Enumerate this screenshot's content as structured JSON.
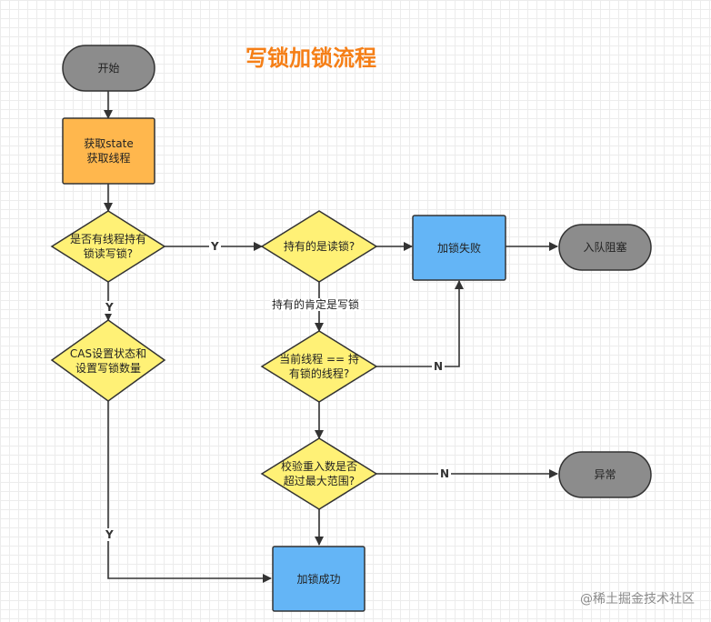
{
  "title": "写锁加锁流程",
  "nodes": {
    "start": "开始",
    "get_state": "获取state\n获取线程",
    "has_lock": "是否有线程持有\n锁读写锁?",
    "is_read": "持有的是读锁?",
    "lock_fail": "加锁失败",
    "enqueue": "入队阻塞",
    "cas": "CAS设置状态和\n设置写锁数量",
    "same_thread": "当前线程 == 持\n有锁的线程?",
    "check_reentrant": "校验重入数是否\n超过最大范围?",
    "exception": "异常",
    "lock_success": "加锁成功"
  },
  "edge_labels": {
    "has_lock_yes": "Y",
    "has_lock_no": "Y",
    "same_thread_no": "N",
    "reentrant_no": "N",
    "cas_yes": "Y"
  },
  "notes": {
    "must_be_write": "持有的肯定是写锁"
  },
  "watermark": "@稀土掘金技术社区",
  "colors": {
    "title": "#f57f17",
    "terminal": "#8c8c8c",
    "process_orange": "#ffb74d",
    "decision": "#fff176",
    "process_blue": "#64b5f6"
  }
}
